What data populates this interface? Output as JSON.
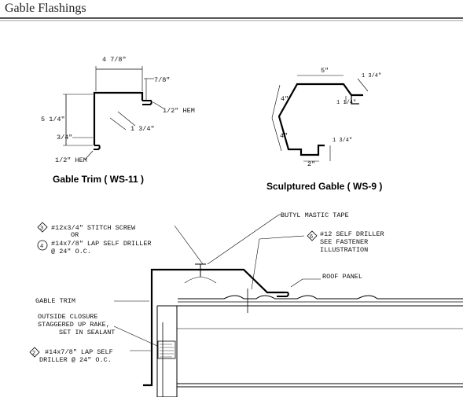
{
  "header": {
    "title": "Gable Flashings"
  },
  "trim_detail": {
    "caption": "Gable Trim ( WS-11 )",
    "dims": {
      "top_width": "4 7/8\"",
      "lip": "7/8\"",
      "hem_right": "1/2\" HEM",
      "diag": "1 3/4\"",
      "height": "5 1/4\"",
      "bottom_leg": "3/4\"",
      "hem_bottom": "1/2\" HEM"
    }
  },
  "gable_detail": {
    "caption": "Sculptured Gable ( WS-9 )",
    "dims": {
      "top": "5\"",
      "top_right": "1 3/4\"",
      "right_lip": "1 1/4\"",
      "left_upper": "4\"",
      "left_lower": "4\"",
      "bottom_right": "1 3/4\"",
      "bottom": "2\""
    }
  },
  "section": {
    "callout_3_num": "3",
    "callout_3_line1": "#12x3/4\" STITCH SCREW",
    "callout_or": "OR",
    "callout_4_num": "4",
    "callout_4_line1": "#14x7/8\" LAP SELF DRILLER",
    "callout_4_line2": "@ 24\" O.C.",
    "butyl": "BUTYL MASTIC TAPE",
    "callout_6_num": "6",
    "callout_6_line1": "#12 SELF DRILLER",
    "callout_6_line2": "SEE FASTENER",
    "callout_6_line3": "ILLUSTRATION",
    "roof_panel": "ROOF PANEL",
    "gable_trim": "GABLE TRIM",
    "closure_line1": "OUTSIDE CLOSURE",
    "closure_line2": "STAGGERED UP RAKE,",
    "closure_line3": "SET IN SEALANT",
    "callout_2_num": "2",
    "callout_2_line1": "#14x7/8\" LAP SELF",
    "callout_2_line2": "DRILLER @ 24\" O.C."
  }
}
